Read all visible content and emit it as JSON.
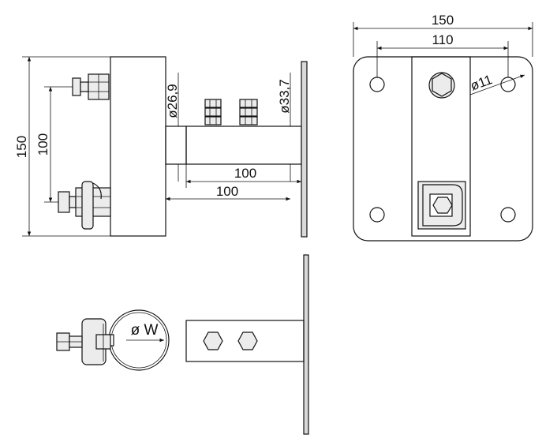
{
  "drawing": {
    "side_view": {
      "dim_height": "150",
      "dim_bolt_spacing": "100",
      "dim_small_tube": "ø26,9",
      "dim_large_tube": "ø33,7",
      "dim_small_tube_length": "100",
      "dim_large_tube_length": "100"
    },
    "plate_view": {
      "dim_width": "150",
      "dim_hole_spacing": "110",
      "dim_hole_diameter": "ø11"
    },
    "top_view": {
      "dim_pipe_diameter": "ø W"
    }
  },
  "colors": {
    "line": "#111111",
    "fill_gray": "#d9d9d9",
    "fill_light": "#ececec"
  }
}
